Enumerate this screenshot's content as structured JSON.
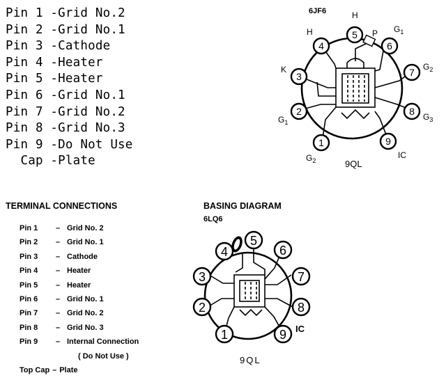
{
  "top_list": {
    "rows": [
      {
        "pin": "Pin 1",
        "desc": "Grid No.2"
      },
      {
        "pin": "Pin 2",
        "desc": "Grid No.1"
      },
      {
        "pin": "Pin 3",
        "desc": "Cathode"
      },
      {
        "pin": "Pin 4",
        "desc": "Heater"
      },
      {
        "pin": "Pin 5",
        "desc": "Heater"
      },
      {
        "pin": "Pin 6",
        "desc": "Grid No.1"
      },
      {
        "pin": "Pin 7",
        "desc": "Grid No.2"
      },
      {
        "pin": "Pin 8",
        "desc": "Grid No.3"
      },
      {
        "pin": "Pin 9",
        "desc": "Do Not Use"
      },
      {
        "pin": "  Cap",
        "desc": "Plate"
      }
    ]
  },
  "diagram_top": {
    "tube": "6JF6",
    "base": "9QL",
    "pins": [
      "1",
      "2",
      "3",
      "4",
      "5",
      "6",
      "7",
      "8",
      "9"
    ],
    "labels": {
      "h_top": "H",
      "p": "P",
      "g1_top": "G",
      "g1_top_sub": "1",
      "h_left": "H",
      "k": "K",
      "g2_right": "G",
      "g2_right_sub": "2",
      "g1_left": "G",
      "g1_left_sub": "1",
      "g3": "G",
      "g3_sub": "3",
      "g2_bottom": "G",
      "g2_bottom_sub": "2",
      "ic": "IC"
    }
  },
  "terminal_connections": {
    "title": "TERMINAL CONNECTIONS",
    "rows": [
      {
        "pin": "Pin 1",
        "desc": "Grid No. 2"
      },
      {
        "pin": "Pin 2",
        "desc": "Grid No. 1"
      },
      {
        "pin": "Pin 3",
        "desc": "Cathode"
      },
      {
        "pin": "Pin 4",
        "desc": "Heater"
      },
      {
        "pin": "Pin 5",
        "desc": "Heater"
      },
      {
        "pin": "Pin 6",
        "desc": "Grid No. 1"
      },
      {
        "pin": "Pin 7",
        "desc": "Grid No. 2"
      },
      {
        "pin": "Pin 8",
        "desc": "Grid No. 3"
      },
      {
        "pin": "Pin 9",
        "desc": "Internal Connection"
      },
      {
        "pin": "",
        "desc": "( Do Not Use )"
      },
      {
        "pin": "Top Cap",
        "desc": "Plate"
      }
    ]
  },
  "basing_diagram": {
    "title": "BASING DIAGRAM",
    "tube": "6LQ6",
    "base": "9QL",
    "pins": [
      "1",
      "2",
      "3",
      "4",
      "5",
      "6",
      "7",
      "8",
      "9"
    ],
    "ic": "IC"
  }
}
